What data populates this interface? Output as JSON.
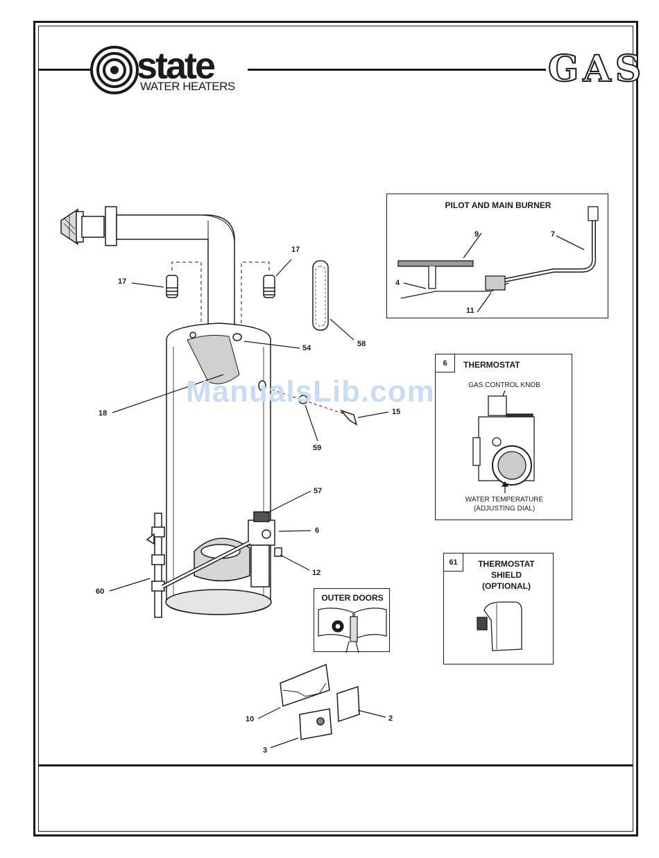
{
  "header": {
    "brand_name": "state",
    "brand_sub": "WATER HEATERS",
    "fuel_type": "GAS"
  },
  "watermark": "ManualsLib.com",
  "panels": {
    "pilot": {
      "title": "PILOT AND MAIN BURNER",
      "callouts": [
        "9",
        "7",
        "4",
        "11"
      ]
    },
    "thermostat": {
      "number": "6",
      "title": "THERMOSTAT",
      "knob_label": "GAS CONTROL KNOB",
      "dial_label_1": "WATER TEMPERATURE",
      "dial_label_2": "(ADJUSTING DIAL)"
    },
    "shield": {
      "number": "61",
      "title_1": "THERMOSTAT",
      "title_2": "SHIELD",
      "title_3": "(OPTIONAL)"
    },
    "doors": {
      "title": "OUTER DOORS"
    }
  },
  "callouts": {
    "c17a": "17",
    "c17b": "17",
    "c58": "58",
    "c54": "54",
    "c18": "18",
    "c15": "15",
    "c59": "59",
    "c57": "57",
    "c6": "6",
    "c12": "12",
    "c60": "60",
    "c10": "10",
    "c2": "2",
    "c3": "3"
  }
}
